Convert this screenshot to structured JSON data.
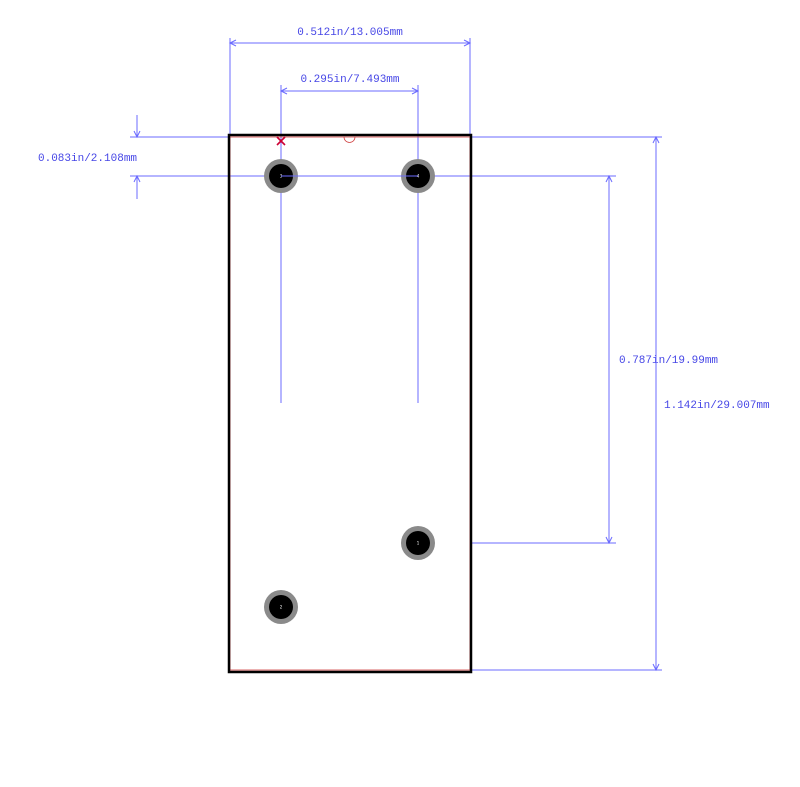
{
  "dimensions": {
    "overall_width": "0.512in/13.005mm",
    "pin_spacing_x": "0.295in/7.493mm",
    "top_offset": "0.083in/2.108mm",
    "pin_spacing_y": "0.787in/19.99mm",
    "overall_height": "1.142in/29.007mm"
  },
  "pins": [
    {
      "number": "3"
    },
    {
      "number": "4"
    },
    {
      "number": "1"
    },
    {
      "number": "2"
    }
  ],
  "colors": {
    "dimension": "#6b6bff",
    "outline": "#000000",
    "courtyard": "#d04040",
    "pad": "#8a8a8a",
    "pin1_marker": "#cc0033"
  }
}
